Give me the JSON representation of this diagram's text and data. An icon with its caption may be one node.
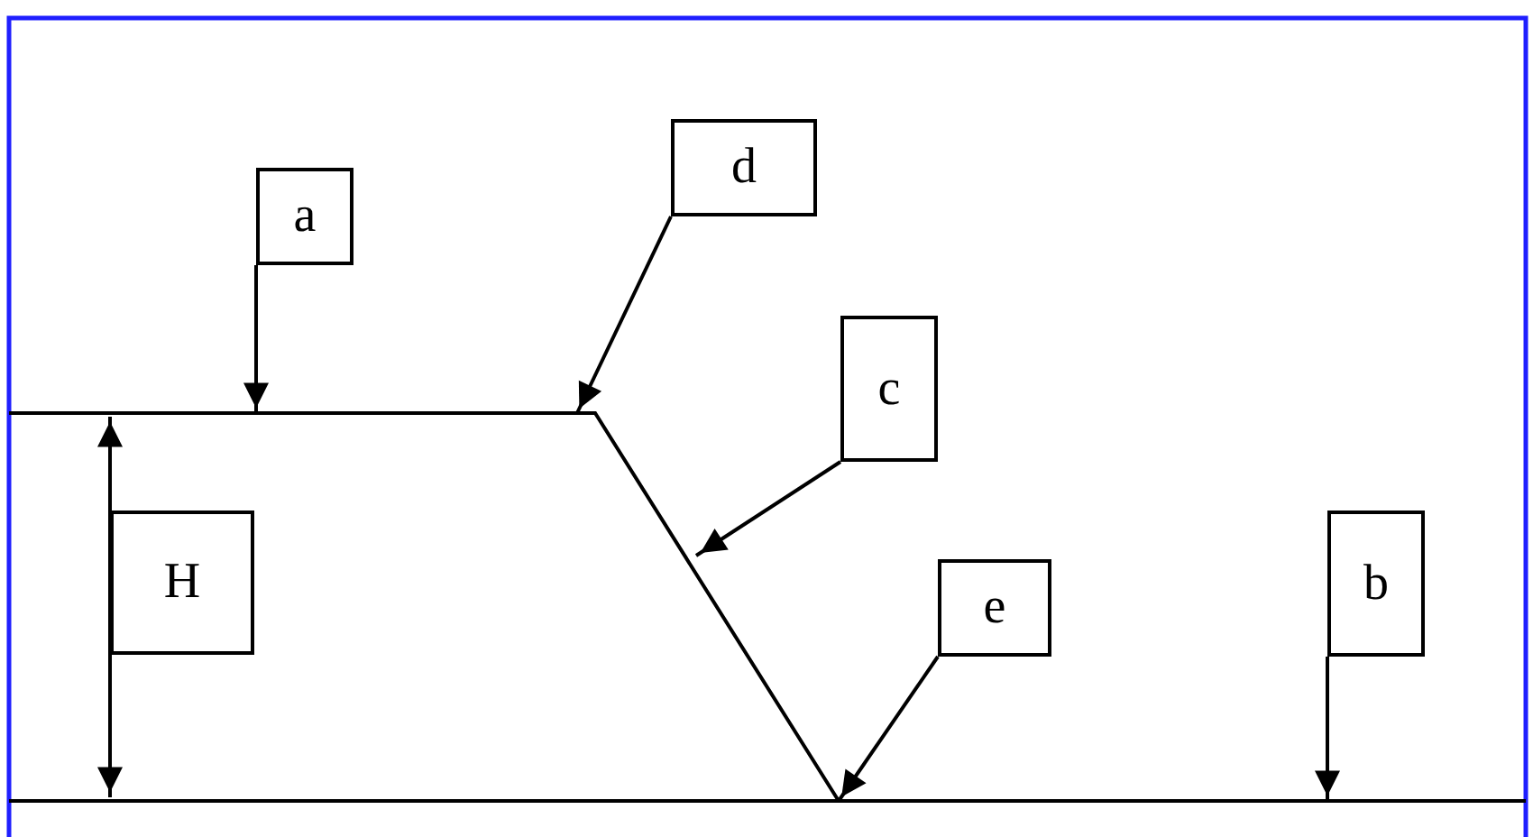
{
  "diagram": {
    "nodes": [
      {
        "text": [
          "d"
        ]
      },
      {
        "text": [
          "a"
        ]
      },
      {
        "text": [
          "c"
        ]
      },
      {
        "text": [
          "H"
        ]
      },
      {
        "text": [
          "b"
        ]
      },
      {
        "text": [
          "e"
        ]
      }
    ],
    "edges": [
      {
        "from": 1,
        "to": null,
        "arrow": "to"
      },
      {
        "from": 0,
        "to": null,
        "arrow": "to"
      },
      {
        "from": 2,
        "to": null,
        "arrow": "to"
      },
      {
        "from": 5,
        "to": null,
        "arrow": "to"
      },
      {
        "from": 4,
        "to": null,
        "arrow": "to"
      }
    ]
  }
}
